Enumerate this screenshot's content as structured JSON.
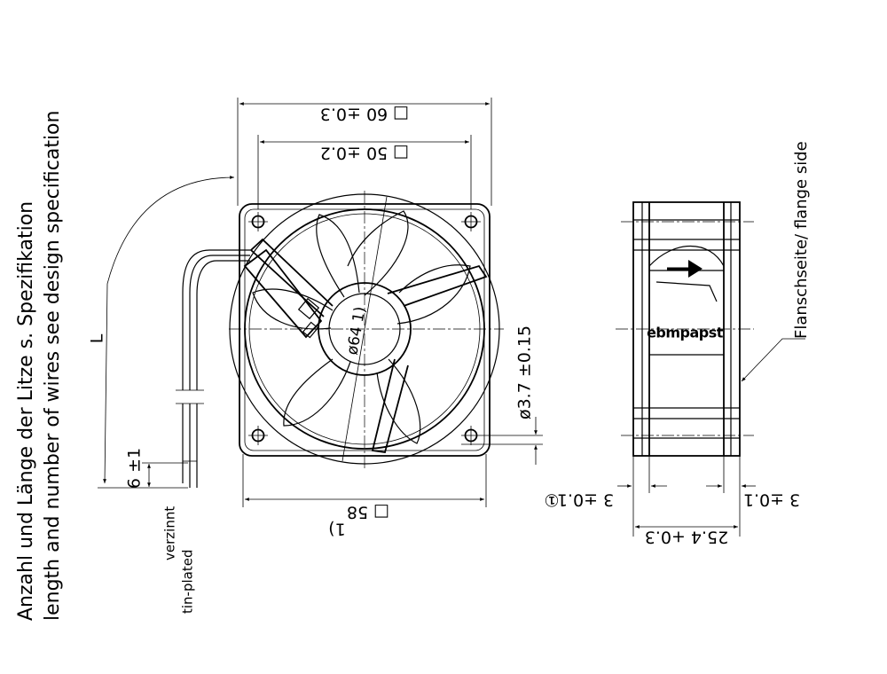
{
  "notes": {
    "de": "Anzahl und Länge der Litze s. Spezifikation",
    "en": "length and number of wires see design specification"
  },
  "dims": {
    "outer_square": "□ 60 ±0.3",
    "hole_spacing": "□ 50 ±0.2",
    "body_width": "□ 58",
    "body_note": "1)",
    "diameter": "ø64 1)",
    "hole_dia": "ø3.7 ±0.15",
    "wire_length": "L",
    "strip_length": "6 ±1",
    "depth": "25.4 +0.3",
    "flange_left": "3 ±0.1",
    "flange_right": "3 ±0.1",
    "circled_note": "①"
  },
  "labels": {
    "tin_de": "verzinnt",
    "tin_en": "tin-plated",
    "flange_side": "Flanschseite/ flange side",
    "brand": "ebmpapst"
  },
  "colors": {
    "ink": "#000000",
    "paper": "#ffffff"
  }
}
